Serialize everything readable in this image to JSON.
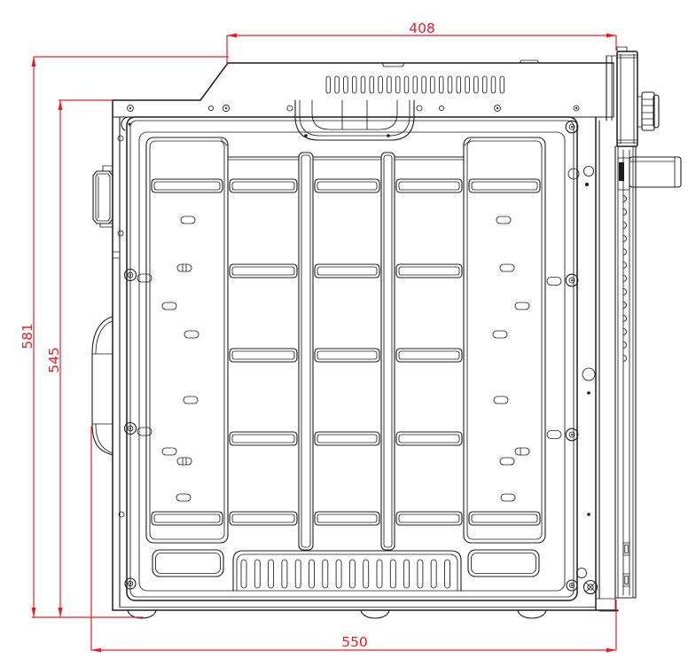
{
  "drawing": {
    "type": "technical dimension drawing",
    "subject": "built-in oven side elevation",
    "background_color": "#ffffff",
    "line_color": "#1c1c1c",
    "dimension_color": "#ed1c24",
    "dimensions": {
      "top_depth": "408",
      "overall_height": "581",
      "body_height": "545",
      "overall_depth": "550"
    }
  }
}
